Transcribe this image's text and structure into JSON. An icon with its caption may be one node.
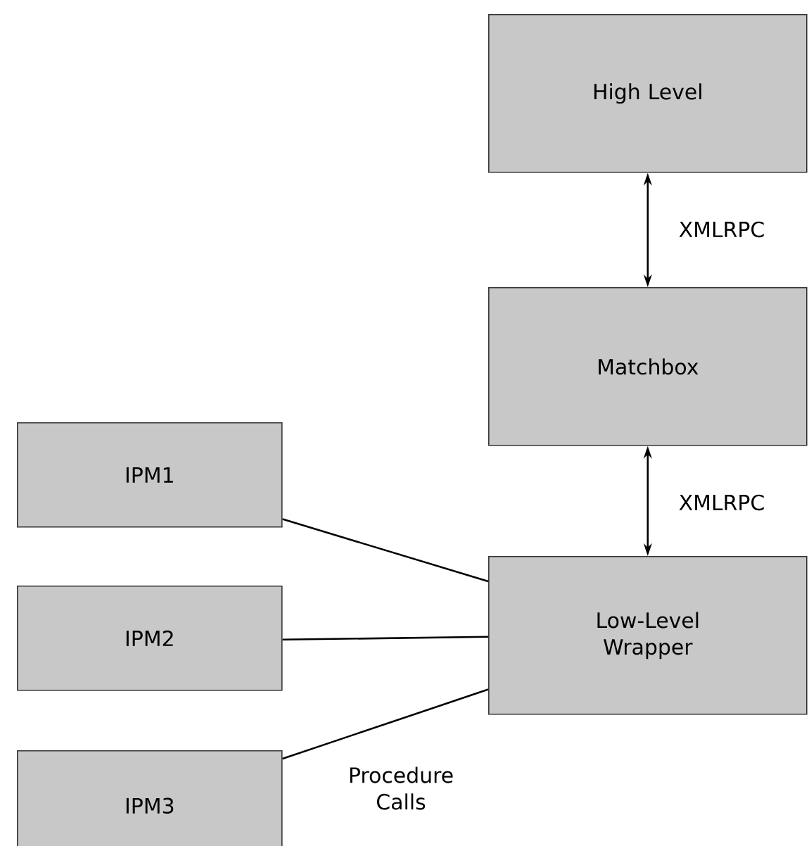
{
  "diagram": {
    "nodes": [
      {
        "text": [
          "High Level"
        ]
      },
      {
        "text": [
          "Matchbox"
        ]
      },
      {
        "text": [
          "Low-Level Wrapper"
        ]
      },
      {
        "text": [
          "IPM1"
        ]
      },
      {
        "text": [
          "IPM2"
        ]
      },
      {
        "text": [
          "IPM3"
        ]
      }
    ],
    "edges": [
      {
        "from": 0,
        "to": 1,
        "arrow": "both",
        "label": "XMLRPC"
      },
      {
        "from": 1,
        "to": 2,
        "arrow": "both",
        "label": "XMLRPC"
      },
      {
        "from": 3,
        "to": 2,
        "arrow": "none"
      },
      {
        "from": 4,
        "to": 2,
        "arrow": "none"
      },
      {
        "from": 5,
        "to": 2,
        "arrow": "none",
        "label": "Procedure Calls"
      }
    ]
  }
}
